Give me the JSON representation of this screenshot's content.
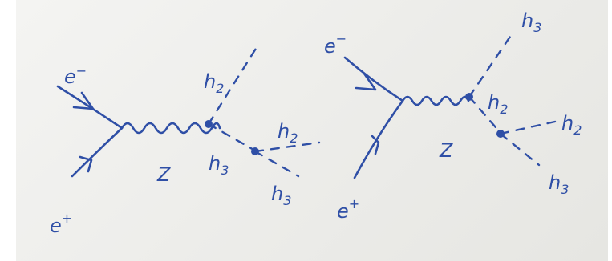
{
  "diagram": {
    "left": {
      "electron": "e",
      "electron_charge": "−",
      "positron": "e",
      "positron_charge": "+",
      "boson": "Z",
      "upper_dash_label": {
        "base": "h",
        "sub": "2"
      },
      "lower_dash_label": {
        "base": "h",
        "sub": "3"
      },
      "out_h2_label": {
        "base": "h",
        "sub": "2"
      },
      "out_h3_label": {
        "base": "h",
        "sub": "3"
      }
    },
    "right": {
      "electron": "e",
      "electron_charge": "−",
      "positron": "e",
      "positron_charge": "+",
      "boson": "Z",
      "top_label": {
        "base": "h",
        "sub": "3"
      },
      "mid_label": {
        "base": "h",
        "sub": "2"
      },
      "out_h2_label": {
        "base": "h",
        "sub": "2"
      },
      "out_h3_label": {
        "base": "h",
        "sub": "3"
      }
    }
  },
  "colors": {
    "ink": "#2f4fa6",
    "paper": "#eeeeeb",
    "border": "#ffffff"
  }
}
